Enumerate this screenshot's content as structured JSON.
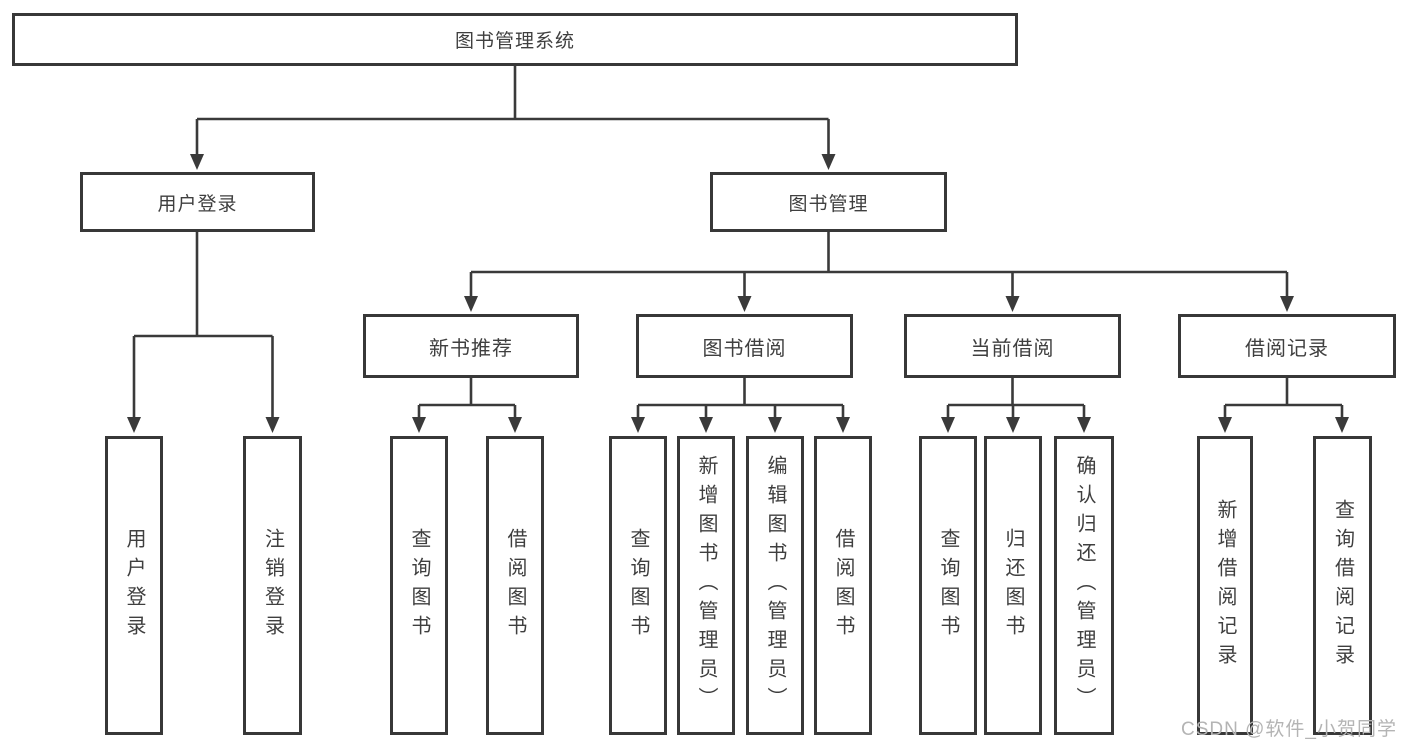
{
  "nodes": {
    "root": "图书管理系统",
    "level2": {
      "login": "用户登录",
      "manage": "图书管理"
    },
    "level3": {
      "newbook": "新书推荐",
      "borrow": "图书借阅",
      "current": "当前借阅",
      "records": "借阅记录"
    },
    "level4": {
      "login": [
        "用户登录",
        "注销登录"
      ],
      "newbook": [
        "查询图书",
        "借阅图书"
      ],
      "borrow": [
        "查询图书",
        "新增图书（管理员）",
        "编辑图书（管理员）",
        "借阅图书"
      ],
      "current": [
        "查询图书",
        "归还图书",
        "确认归还（管理员）"
      ],
      "records": [
        "新增借阅记录",
        "查询借阅记录"
      ]
    }
  },
  "watermark": {
    "text": "CSDN @软件_小贺同学",
    "color": "#b4b4b4"
  },
  "colors": {
    "line": "#3a3a3a",
    "box_border": "#383838",
    "text": "#3f3f3f",
    "background": "#ffffff"
  }
}
